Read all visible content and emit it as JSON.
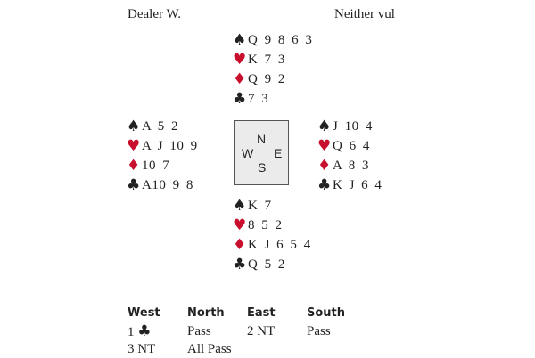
{
  "header": {
    "dealer": "Dealer W.",
    "vulnerability": "Neither vul"
  },
  "suits": {
    "spades": "♠",
    "hearts": "♥",
    "diamonds": "♦",
    "clubs": "♣"
  },
  "hands": {
    "north": {
      "spades": "Q 9 8 6 3",
      "hearts": "K 7 3",
      "diamonds": "Q 9 2",
      "clubs": "7 3"
    },
    "west": {
      "spades": "A 5 2",
      "hearts": "A J 10 9",
      "diamonds": "10 7",
      "clubs": "A10 9 8"
    },
    "east": {
      "spades": "J 10 4",
      "hearts": "Q 6 4",
      "diamonds": "A 8 3",
      "clubs": "K J 6 4"
    },
    "south": {
      "spades": "K 7",
      "hearts": "8 5 2",
      "diamonds": "K J 6 5 4",
      "clubs": "Q 5 2"
    }
  },
  "compass": {
    "n": "N",
    "w": "W",
    "e": "E",
    "s": "S"
  },
  "auction": {
    "headers": [
      "West",
      "North",
      "East",
      "South"
    ],
    "rows": [
      [
        "1",
        "Pass",
        "2 NT",
        "Pass"
      ],
      [
        "3 NT",
        "All Pass",
        "",
        ""
      ]
    ],
    "first_bid_suit": "♣"
  },
  "colors": {
    "red": "#c8102e",
    "black": "#222222"
  }
}
